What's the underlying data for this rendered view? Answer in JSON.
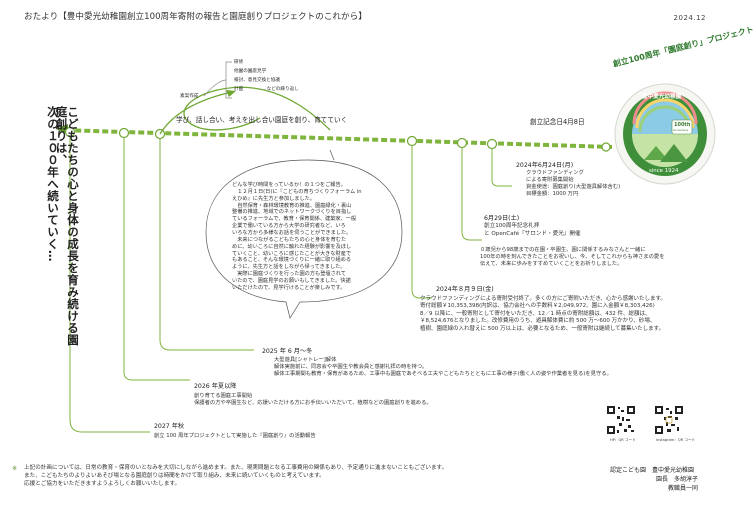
{
  "header": {
    "title": "おたより【豊中愛光幼稚園創立100周年寄附の報告と園庭創りプロジェクトのこれから】",
    "date": "2024.12"
  },
  "left_vertical": [
    "こどもたちの心と身体の成長を育み続ける園庭創りは、",
    "次の１００年へ続いていく…"
  ],
  "cycle": {
    "items": [
      "研修",
      "他園の園庭見学",
      "検討、意見交換と協議",
      "計画",
      "…などの繰り返し"
    ],
    "source_label": "素案作成"
  },
  "timeline": {
    "headline": "学び、話し合い、考えを出し合い園庭を創り、育てていく",
    "founding_label": "創立記念日4月8日",
    "colors": {
      "line": "#7fb53c",
      "dark": "#5a8f2a"
    }
  },
  "bubble": {
    "lines": [
      "どんな学び時間をっているか！の１つをご報告。",
      "　１２月１日(日)に『こどもの育ちづくりフォーラム in",
      "えひめ』に先生方と参加しました。",
      "　自然保育・森林環境教育の推進、園庭緑化・裏山",
      "整備の推進、地域でのネットワークづくりを目指し",
      "ているフォーラムで、教育・保育関係、建築家、一般",
      "企業で働いている方から大学の研究者など、いろ",
      "いろな方から多様なお話を伺うことができました。",
      "　未来につながるこどもたちの心と身体を育むた",
      "めに、幼いころに自然に触れた経験が影響を及ぼし",
      "ていくこと、幼いころに感じたことが大きな財産で",
      "もあること、そんな環境づくりに一緒に取り組める",
      "ように、先生方と話をしながら帰ってきました。",
      "　実際に園庭づくりを行った園の方も登壇されて",
      "いたので、園庭見学のお願いもしてきました。快諾",
      "いただけたので、見学行けることが楽しみです。"
    ]
  },
  "events": {
    "jun24": {
      "date": "2024年6月24日(月)",
      "lines": [
        "クラウドファンディング",
        "による寄附募集開始",
        "資金使途：園庭創り(大型遊具解体含む)",
        "目標金額：1000 万円"
      ]
    },
    "jun29": {
      "date": "6月29日(土)",
      "lines": [
        "創立100周年記念礼拝",
        "と OpenCafé『サロンド・愛光』開催"
      ],
      "note": [
        "０歳児から98歳までの在園・卒園生、園に関係するみなさんと一緒に",
        "100年の時を刻んできたことをお祝いし、今、そしてこれからも神さまの愛を",
        "伝えて、未来に歩みをすすめていくことをお祈りしました。"
      ]
    },
    "aug09": {
      "date": "2024年８月９日(金)",
      "lines": [
        "クラウドファンディングによる寄附受付終了。多くの方にご寄附いただき、心から感謝いたします。",
        "寄付総額￥10,353,398(内訳は、協力会社への手数料￥2,049,972、園に入金額￥8,303,426)",
        "8／9 以降に、一般寄附として寄付をいただき、12／1 時点の寄附総額は、432 件、総額は、",
        "￥8,524,676となりました。改修費用のうち、遊具解体費に約 500 万〜600 万かかり、砂場、",
        "植樹、園庭緑の入れ替えに 500 万以上は、必要となるため、一般寄附は継続して募集いたします。"
      ]
    },
    "y2025": {
      "date": "2025 年 6 月〜冬",
      "lines": [
        "大型遊具[シャトレー]解体",
        "解体実施前に、同窓会や卒園生や教会員と感謝礼拝の時を持つ。",
        "解体工事期間も教育・保育があるため、工事中も園庭であそべる工夫やこどもたちとともに工事の様子(働く人の姿や作業者を見る)を見守る。"
      ]
    },
    "y2026": {
      "date": "2026 年夏以降",
      "lines": [
        "創り育てる園庭工事開始",
        "保護者の方や卒園生など、応援いただける方にお手伝いいただいて、植樹などの園庭創りを進める。"
      ]
    },
    "y2027": {
      "date": "2027 年秋",
      "lines": [
        "創立 100 周年プロジェクトとして実施した『園庭創り』の活動報告"
      ]
    }
  },
  "emblem": {
    "arc_text": "創立100周年「園庭創り」プロジェクト",
    "ring_text": "豊中愛光幼稚園",
    "since": "since 1924",
    "badge_number": "100th",
    "badge_sub": "anniversary",
    "colors": {
      "green": "#3f8f3a",
      "sky": "#8ccbe6",
      "ring": "#f5f5f5"
    }
  },
  "qr": {
    "hp_caption": "HP：QR コード",
    "ig_caption": "Instagram：QR コード"
  },
  "footer": {
    "lines": [
      "上記の計画については、日常の教育・保育のいとなみを大切にしながら進めます。また、現実問題となる工事費用の関係もあり、予定通りに進まないこともございます。",
      "また、こどもたちのよりよいあそび場となる園庭創りは時間をかけて取り組み、未来に続いていくものと考えています。",
      "応援とご協力をいただきますようよろしくお願いいたします。"
    ]
  },
  "sign": {
    "lines": [
      "認定こども園　豊中愛光幼稚園",
      "園長　多胡淳子",
      "教職員一同"
    ]
  }
}
